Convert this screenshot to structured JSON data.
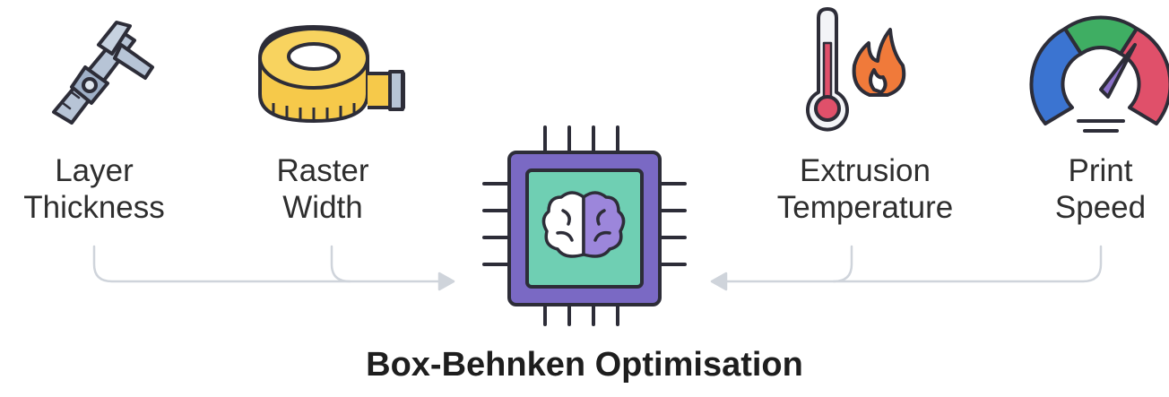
{
  "factors": [
    {
      "id": "layer-thickness",
      "line1": "Layer",
      "line2": "Thickness",
      "icon": "caliper-icon"
    },
    {
      "id": "raster-width",
      "line1": "Raster",
      "line2": "Width",
      "icon": "tape-measure-icon"
    },
    {
      "id": "extrusion-temperature",
      "line1": "Extrusion",
      "line2": "Temperature",
      "icon": "thermometer-flame-icon"
    },
    {
      "id": "print-speed",
      "line1": "Print",
      "line2": "Speed",
      "icon": "speedometer-icon"
    }
  ],
  "center_icon": "ai-chip-brain-icon",
  "title": "Box-Behnken Optimisation",
  "colors": {
    "connector": "#cfd4db",
    "chip_body": "#7a69c4",
    "chip_inner": "#6fcfb3",
    "tape": "#f6c94a",
    "thermo_red": "#e0506a",
    "flame": "#f07a3a"
  }
}
